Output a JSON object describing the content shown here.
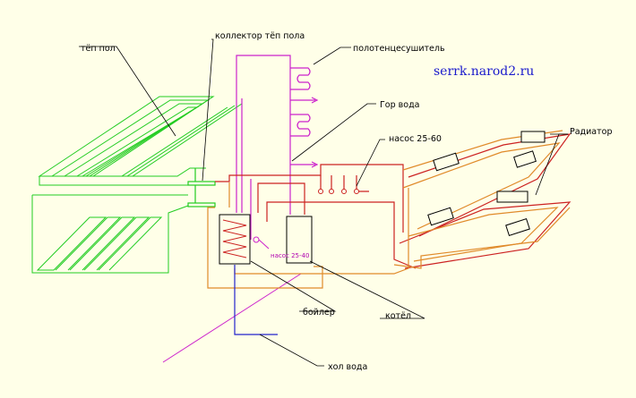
{
  "labels": {
    "warm_floor": "тёп пол",
    "floor_collector": "коллектор тёп пола",
    "towel_dryer": "полотенцесушитель",
    "site": "serrk.narod2.ru",
    "hot_water": "Гор вода",
    "pump_main": "насос 25-60",
    "radiator": "Радиатор",
    "pump_boiler": "насос 25-40",
    "boiler": "бойлер",
    "kettle": "котёл",
    "cold_water": "хол вода"
  },
  "colors": {
    "background": "#ffffe8",
    "warm_floor_pipe": "#22cc22",
    "hot_water_pipe": "#cc22cc",
    "heating_pipe": "#cc2222",
    "return_pipe": "#e08a2a",
    "cold_water_pipe": "#2222cc",
    "leader_line": "#000000",
    "site_text": "#1a1acc"
  }
}
